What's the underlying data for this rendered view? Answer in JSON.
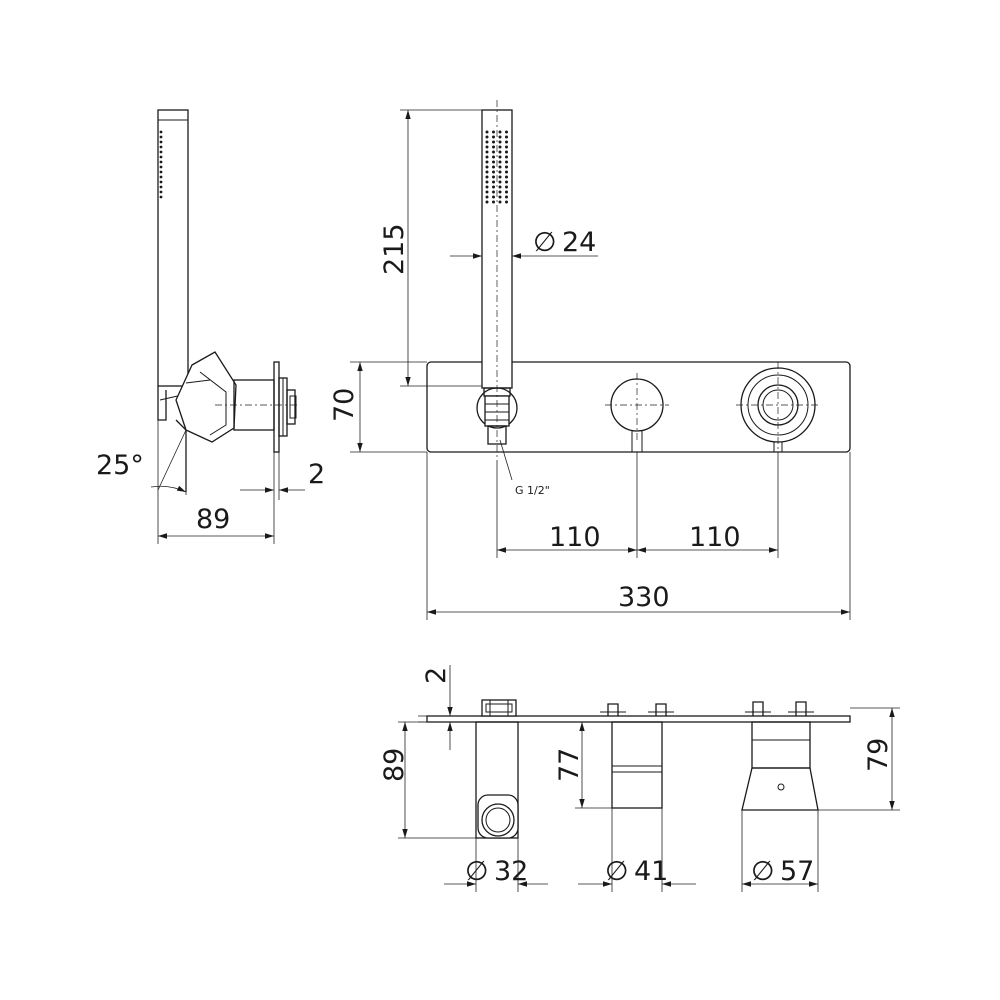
{
  "dimensions": {
    "side_angle": "25°",
    "side_depth": "89",
    "side_thickness": "2",
    "handshower_length": "215",
    "handshower_diameter": "24",
    "plate_height": "70",
    "thread": "G 1/2\"",
    "spacing_left": "110",
    "spacing_right": "110",
    "plate_width": "330",
    "bottom_thickness": "2",
    "holder_depth": "89",
    "holder_diameter": "32",
    "valve_depth": "77",
    "valve_diameter": "41",
    "diverter_depth": "79",
    "diverter_diameter": "57"
  },
  "symbols": {
    "diameter": "∅"
  }
}
